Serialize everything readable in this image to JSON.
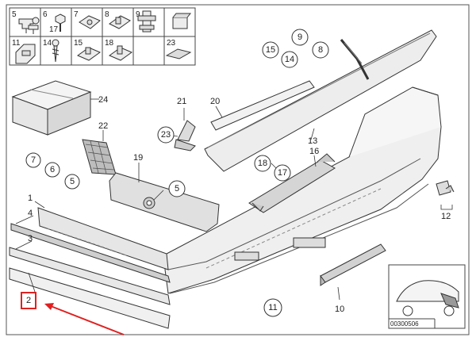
{
  "grid_labels": [
    "5",
    "6",
    "17",
    "7",
    "8",
    "9",
    "11",
    "14",
    "15",
    "18",
    "23"
  ],
  "callouts": [
    {
      "text": "1"
    },
    {
      "text": "4"
    },
    {
      "text": "3"
    },
    {
      "text": "2"
    },
    {
      "text": "5"
    },
    {
      "text": "6"
    },
    {
      "text": "7"
    },
    {
      "text": "5"
    },
    {
      "text": "8"
    },
    {
      "text": "9"
    },
    {
      "text": "10"
    },
    {
      "text": "11"
    },
    {
      "text": "12"
    },
    {
      "text": "13"
    },
    {
      "text": "14"
    },
    {
      "text": "15"
    },
    {
      "text": "16"
    },
    {
      "text": "17"
    },
    {
      "text": "18"
    },
    {
      "text": "19"
    },
    {
      "text": "20"
    },
    {
      "text": "21"
    },
    {
      "text": "22"
    },
    {
      "text": "23"
    },
    {
      "text": "24"
    }
  ],
  "highlight": {
    "text": "2",
    "color": "#e02020"
  },
  "arrow_color": "#e02020",
  "figure_code": "00300506"
}
